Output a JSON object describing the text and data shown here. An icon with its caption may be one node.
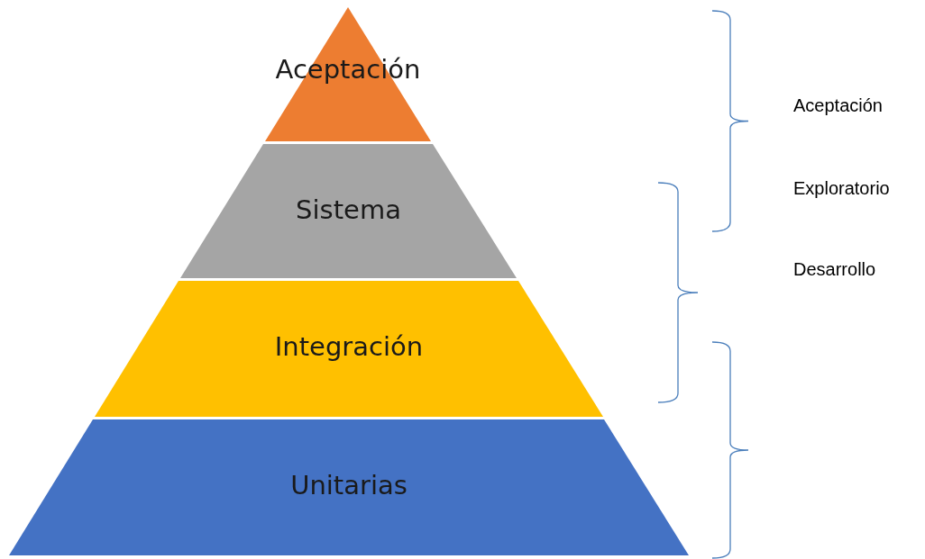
{
  "diagram": {
    "nodes": [
      {
        "text": [
          "Aceptación"
        ]
      },
      {
        "text": [
          "Sistema"
        ]
      },
      {
        "text": [
          "Integración"
        ]
      },
      {
        "text": [
          "Unitarias"
        ]
      }
    ],
    "edges": [],
    "labels": [
      "Aceptación",
      "Exploratorio",
      "Desarrollo"
    ]
  }
}
